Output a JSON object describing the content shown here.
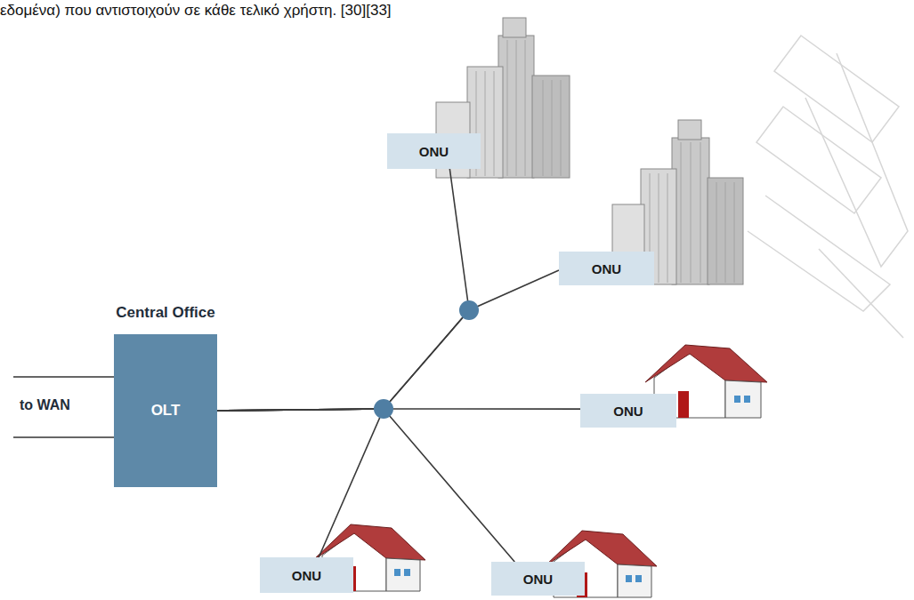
{
  "diagram": {
    "nodes": [
      {
        "text": [
          "Central Office",
          "OLT"
        ]
      },
      {
        "text": [
          "ONU"
        ]
      },
      {
        "text": [
          "ONU"
        ]
      },
      {
        "text": [
          "ONU"
        ]
      },
      {
        "text": [
          "ONU"
        ]
      },
      {
        "text": [
          "ONU"
        ]
      }
    ],
    "edges": [
      {
        "from": 0,
        "to": 1,
        "arrow": "none"
      },
      {
        "from": 0,
        "to": 2,
        "arrow": "none"
      },
      {
        "from": 0,
        "to": 3,
        "arrow": "none"
      },
      {
        "from": 0,
        "to": 4,
        "arrow": "none"
      },
      {
        "from": 0,
        "to": 5,
        "arrow": "none"
      }
    ],
    "labels": [
      "εδομένα) που αντιστοιχούν σε κάθε τελικό χρήστη. [30][33]",
      "to WAN"
    ]
  }
}
